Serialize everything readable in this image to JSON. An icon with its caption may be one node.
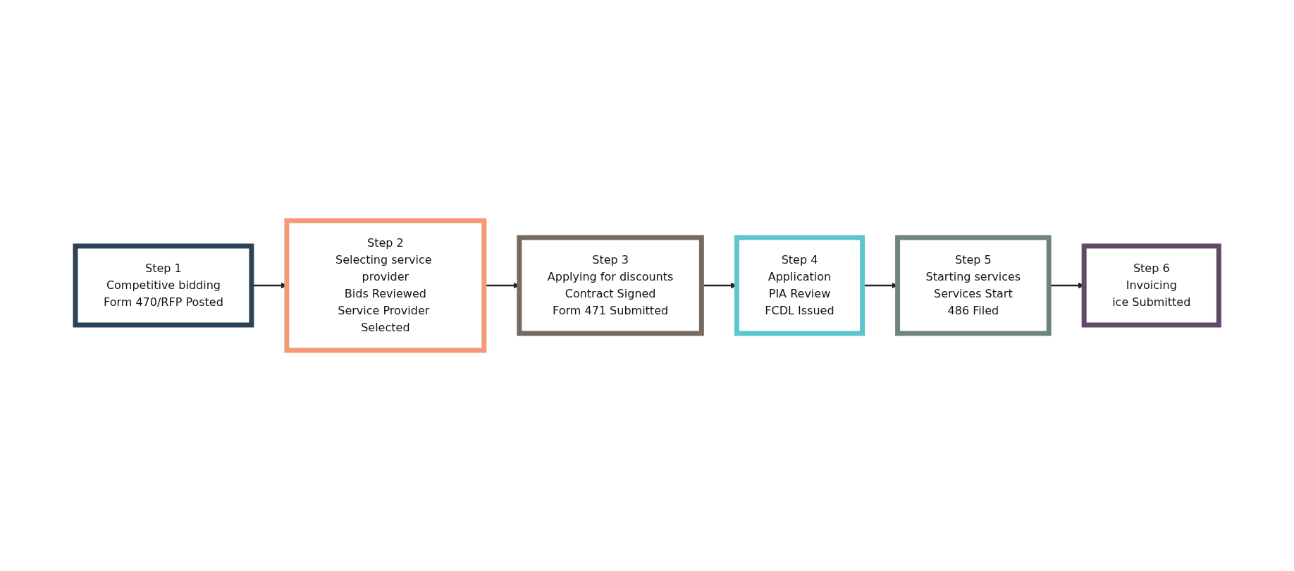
{
  "diagram": {
    "nodes": [
      {
        "text": [
          "Step 1",
          "Competitive bidding",
          "Form 470/RFP Posted"
        ]
      },
      {
        "text": [
          "Step 2",
          "Selecting service provider",
          "Bids Reviewed",
          "Service Provider Selected"
        ]
      },
      {
        "text": [
          "Step 3",
          "Applying for discounts",
          "Contract Signed",
          "Form 471 Submitted"
        ]
      },
      {
        "text": [
          "Step 4",
          "Application",
          "PIA Review",
          "FCDL Issued"
        ]
      },
      {
        "text": [
          "Step 5",
          "Starting services",
          "Services Start",
          "486 Filed"
        ]
      },
      {
        "text": [
          "Step 6",
          "Invoicing",
          "ice Submitted"
        ]
      }
    ],
    "edges": [
      {
        "from": 0,
        "to": 1,
        "arrow": "to"
      },
      {
        "from": 1,
        "to": 2,
        "arrow": "to"
      },
      {
        "from": 2,
        "to": 3,
        "arrow": "to"
      },
      {
        "from": 3,
        "to": 4,
        "arrow": "to"
      },
      {
        "from": 4,
        "to": 5,
        "arrow": "to"
      }
    ]
  }
}
